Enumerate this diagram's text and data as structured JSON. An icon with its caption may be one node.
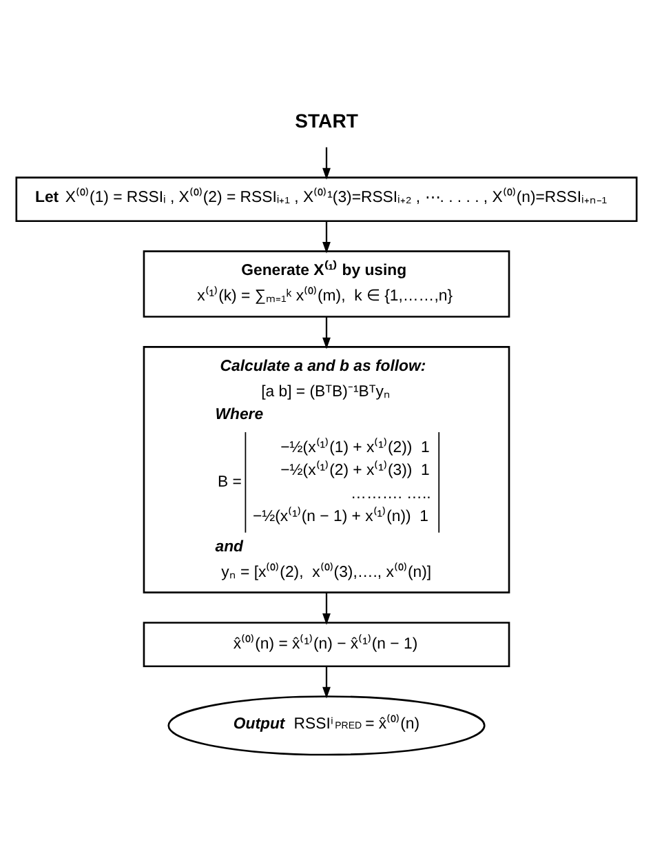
{
  "diagram": {
    "nodes": [
      {
        "text": [
          "START"
        ]
      },
      {
        "text": [
          "**Let** X⁽⁰⁾(1) = RSSIᵢ , X⁽⁰⁾(2) = RSSIᵢ₊₁ , X⁽⁰⁾¹(3)=RSSIᵢ₊₂ , ⋯. . . . . , X⁽⁰⁾(n)=RSSIᵢ₊ₙ₋₁"
        ]
      },
      {
        "text": [
          "Generate X⁽¹⁾ by using",
          "x⁽¹⁾(k) = ∑ₘ₌₁ᵏ x⁽⁰⁾(m),  k ∈ {1,……,n}"
        ]
      },
      {
        "text": [
          "Calculate a and b as follow:",
          "[a b] = (BᵀB)⁻¹Bᵀyₙ",
          "Where",
          "B =",
          "−½(x⁽¹⁾(1) + x⁽¹⁾(2))  1",
          "−½(x⁽¹⁾(2) + x⁽¹⁾(3))  1",
          "………. …..",
          "−½(x⁽¹⁾(n − 1) + x⁽¹⁾(n))  1",
          "and",
          "yₙ = [x⁽⁰⁾(2),  x⁽⁰⁾(3),…., x⁽⁰⁾(n)]"
        ]
      },
      {
        "text": [
          "x̂⁽⁰⁾(n) = x̂⁽¹⁾(n) − x̂⁽¹⁾(n − 1)"
        ]
      },
      {
        "text": [
          "Output",
          "RSSIⁱ$_{PRED}$ = x̂⁽⁰⁾(n)"
        ]
      }
    ],
    "edges": [
      {
        "from": 0,
        "to": 1,
        "arrow": "to"
      },
      {
        "from": 1,
        "to": 2,
        "arrow": "to"
      },
      {
        "from": 2,
        "to": 3,
        "arrow": "to"
      },
      {
        "from": 3,
        "to": 4,
        "arrow": "to"
      },
      {
        "from": 4,
        "to": 5,
        "arrow": "to"
      }
    ]
  }
}
